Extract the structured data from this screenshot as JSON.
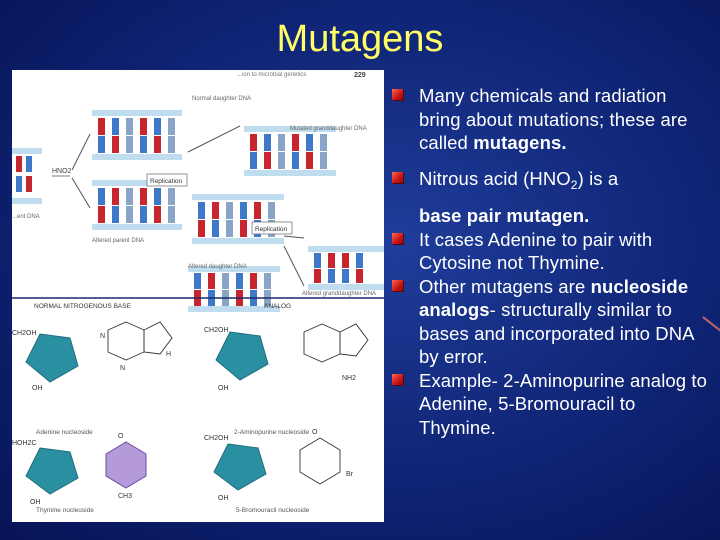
{
  "slide": {
    "title": "Mutagens",
    "bullets": {
      "b1_text": "Many chemicals and radiation bring about mutations; these are called ",
      "b1_bold": "mutagens.",
      "b2_pre": "Nitrous acid (HNO",
      "b2_sub": "2",
      "b2_post": ") is a",
      "b2_cont_bold": "base pair mutagen.",
      "b3_text": "It cases Adenine to pair with Cytosine not Thymine.",
      "b4_pre": "Other mutagens are ",
      "b4_bold": "nucleoside analogs",
      "b4_post": "- structurally similar to bases and incorporated into DNA by error.",
      "b5_text": "Example- 2-Aminopurine analog to Adenine, 5-Bromouracil to Thymine."
    }
  },
  "figure": {
    "page_number": "229",
    "header_text": "...ion to microbial genetics",
    "labels": {
      "normal_daughter_top": "Normal daughter DNA",
      "mutated_granddaughter_top": "Mutated granddaughter DNA",
      "hno2": "HNO2",
      "replication_1": "Replication",
      "altered_parent_left": "...ent DNA",
      "altered_parent": "Altered parent DNA",
      "replication_2": "Replication",
      "altered_daughter": "Altered daughter DNA",
      "mutated_granddaughter_bottom": "Altered granddaughter DNA",
      "normal_nitrogenous_base": "NORMAL NITROGENOUS BASE",
      "analog": "ANALOG",
      "adenine_nucleoside": "Adenine nucleoside",
      "aminopurine_nucleoside": "2-Aminopurine nucleoside",
      "thymine_nucleoside": "Thymine nucleoside",
      "bromouracil_nucleoside": "5-Bromouracil nucleoside",
      "ch2oh_1": "CH2OH",
      "ch2oh_2": "CH2OH",
      "ch2oh_3": "HOH2C",
      "ch2oh_4": "CH2OH",
      "oh": "OH",
      "nh2": "NH2",
      "ch3": "CH3",
      "br": "Br",
      "o": "O",
      "n": "N",
      "h": "H"
    }
  },
  "colors": {
    "title": "#ffff66",
    "bullet_marker": "#c8141a",
    "text": "#ffffff",
    "sugar": "#2a8fa0",
    "base_purple": "#b49ad8",
    "dna_red": "#c8262e",
    "dna_blue": "#3e78c8"
  }
}
